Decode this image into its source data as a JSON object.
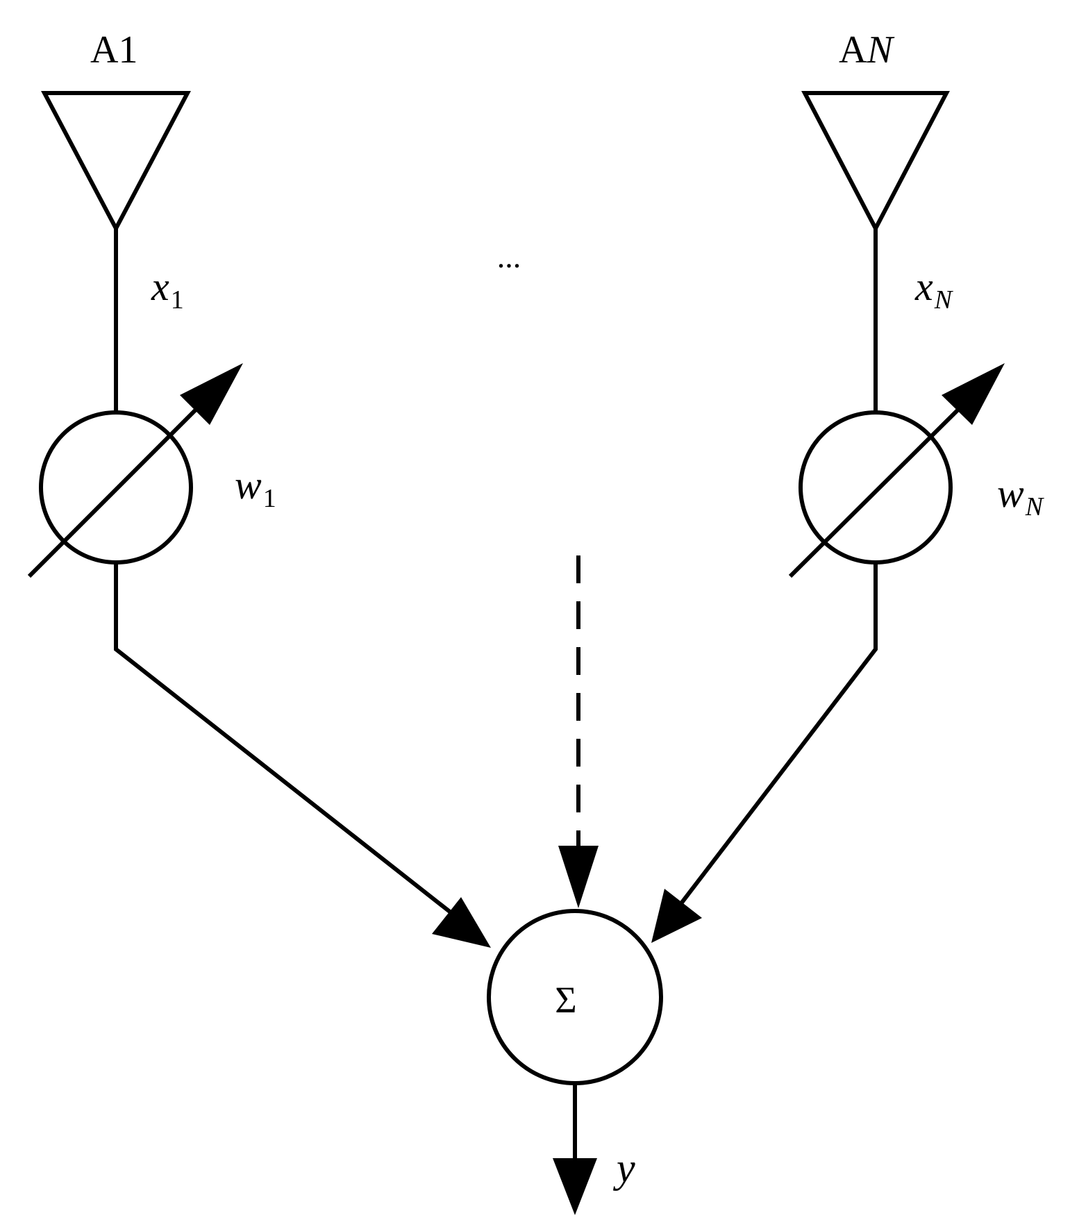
{
  "antennas": [
    {
      "label_main": "A",
      "label_suffix": "1",
      "signal_base": "x",
      "signal_sub": "1",
      "weight_base": "w",
      "weight_sub": "1"
    },
    {
      "label_main": "A",
      "label_suffix": "N",
      "signal_base": "x",
      "signal_sub": "N",
      "weight_base": "w",
      "weight_sub": "N"
    }
  ],
  "ellipsis": "...",
  "summer_symbol": "Σ",
  "output_label": "y"
}
